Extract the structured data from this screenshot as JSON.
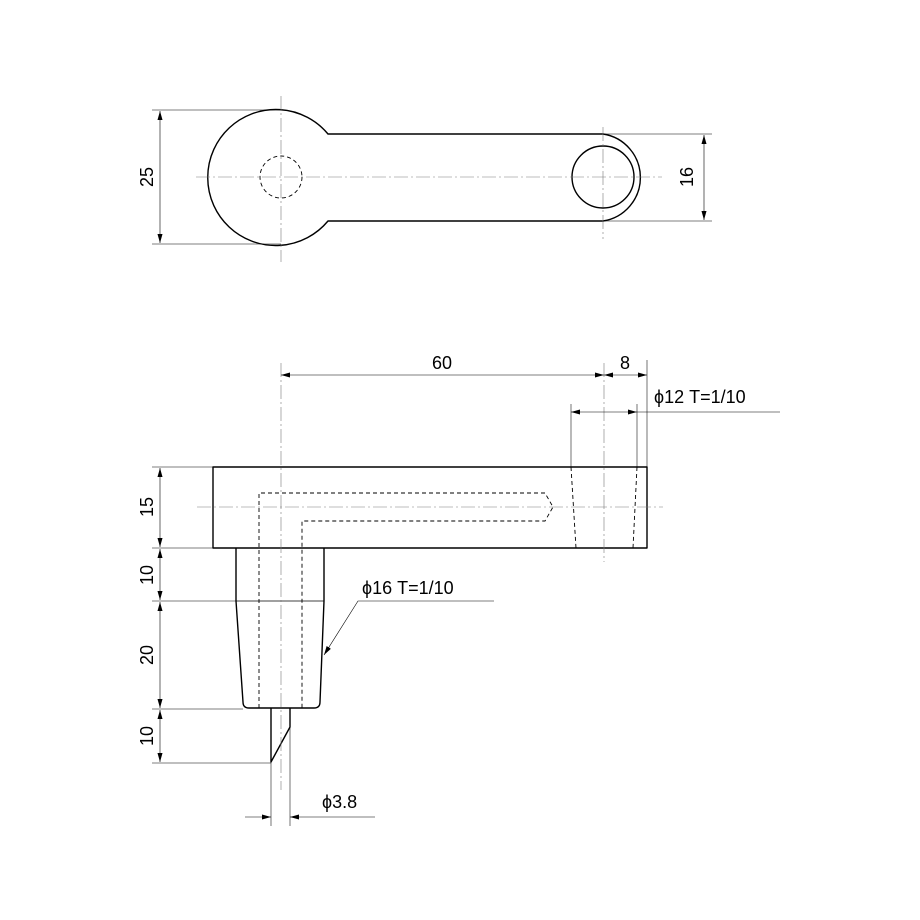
{
  "top_view": {
    "dim_height": "25",
    "dim_end": "16"
  },
  "front_view": {
    "dim_length": "60",
    "dim_end": "8",
    "callout_small_taper": "ϕ12 T=1/10",
    "dim_head": "15",
    "dim_neck": "10",
    "dim_taper": "20",
    "dim_tip": "10",
    "callout_large_taper": "ϕ16 T=1/10",
    "dim_pin": "ϕ3.8"
  }
}
